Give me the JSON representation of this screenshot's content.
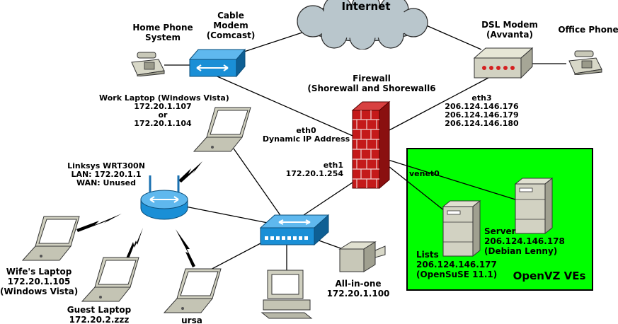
{
  "cloud": {
    "label": "Internet"
  },
  "cable_modem": {
    "line1": "Cable",
    "line2": "Modem",
    "line3": "(Comcast)"
  },
  "home_phone": {
    "line1": "Home Phone",
    "line2": "System"
  },
  "dsl_modem": {
    "line1": "DSL Modem",
    "line2": "(Avvanta)"
  },
  "office_phone": {
    "label": "Office Phone"
  },
  "firewall": {
    "title1": "Firewall",
    "title2": "(Shorewall and Shorewall6",
    "eth0": {
      "line1": "eth0",
      "line2": "Dynamic IP Address"
    },
    "eth1": {
      "line1": "eth1",
      "line2": "172.20.1.254"
    },
    "eth3": {
      "line1": "eth3",
      "line2": "206.124.146.176",
      "line3": "206.124.146.179",
      "line4": "206.124.146.180"
    }
  },
  "work_laptop": {
    "line1": "Work Laptop (Windows Vista)",
    "line2": "172.20.1.107",
    "line3": "or",
    "line4": "172.20.1.104"
  },
  "router": {
    "line1": "Linksys WRT300N",
    "line2": "LAN: 172.20.1.1",
    "line3": "WAN: Unused"
  },
  "wife_laptop": {
    "line1": "Wife's Laptop",
    "line2": "172.20.1.105",
    "line3": "(Windows Vista)"
  },
  "guest_laptop": {
    "line1": "Guest Laptop",
    "line2": "172.20.2.zzz"
  },
  "ursa": {
    "label": "ursa"
  },
  "all_in_one": {
    "line1": "All-in-one",
    "line2": "172.20.1.100"
  },
  "openvz": {
    "title": "OpenVZ VEs",
    "venet": "venet0",
    "server": {
      "line1": "Server",
      "line2": "206.124.146.178",
      "line3": "(Debian Lenny)"
    },
    "lists": {
      "line1": "Lists",
      "line2": "206.124.146.177",
      "line3": "(OpenSuSE 11.1)"
    }
  },
  "colors": {
    "vz_box": "#00ff00",
    "cloud": "#b9c6cc",
    "firewall_brick": "#c41a1a",
    "device_blue": "#1a8fd6"
  }
}
